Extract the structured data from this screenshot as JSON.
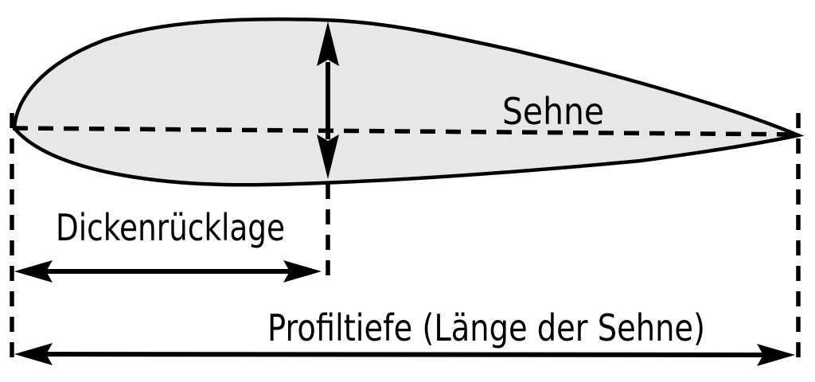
{
  "labels": {
    "sehne": "Sehne",
    "dickenruecklage": "Dickenrücklage",
    "profiltiefe": "Profiltiefe (Länge der Sehne)"
  },
  "colors": {
    "line": "#000000",
    "airfoil_fill": "#e7e7e7",
    "background": "#ffffff"
  }
}
